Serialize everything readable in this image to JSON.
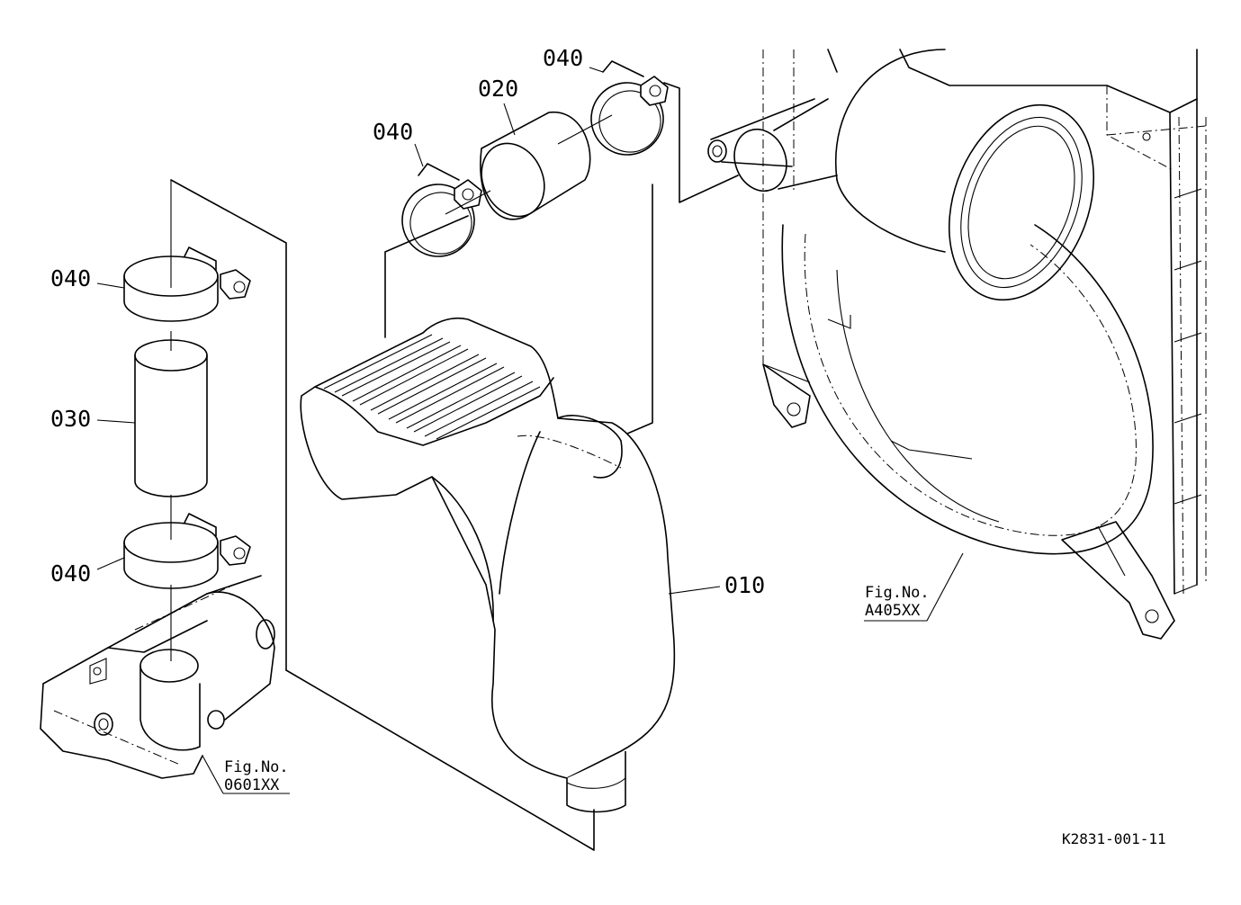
{
  "callouts": {
    "part_010": "010",
    "part_020": "020",
    "part_030": "030",
    "part_040_top_left": "040",
    "part_040_top_right": "040",
    "part_040_mid_upper": "040",
    "part_040_mid_lower": "040"
  },
  "figure_refs": {
    "ref_left_line1": "Fig.No.",
    "ref_left_line2": "0601XX",
    "ref_right_line1": "Fig.No.",
    "ref_right_line2": "A405XX"
  },
  "drawing_code": "K2831-001-11",
  "colors": {
    "ink": "#000000",
    "paper": "#ffffff"
  }
}
